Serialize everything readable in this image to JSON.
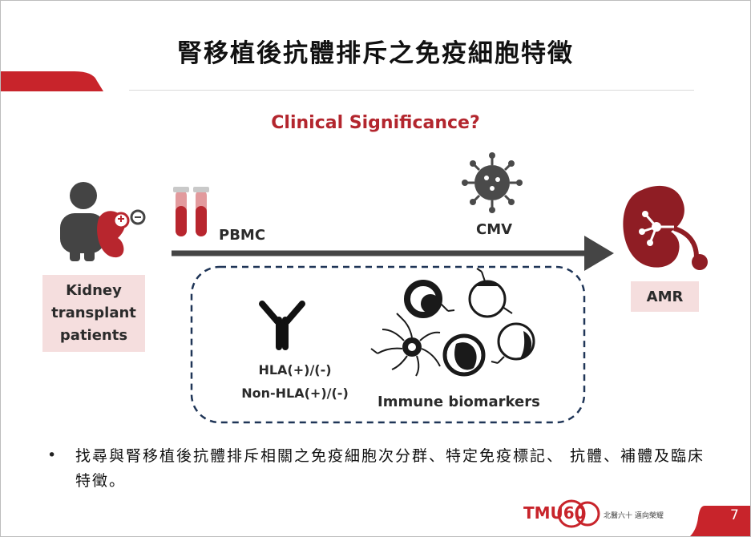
{
  "title": "腎移植後抗體排斥之免疫細胞特徵",
  "diagram": {
    "question": "Clinical Significance?",
    "pbmc_label": "PBMC",
    "cmv_label": "CMV",
    "patients_label": "Kidney\ntransplant\npatients",
    "amr_label": "AMR",
    "hla_line1": "HLA(+)/(-)",
    "hla_line2": "Non-HLA(+)/(-)",
    "immune_label": "Immune biomarkers"
  },
  "bullet": {
    "symbol": "•",
    "text": "找尋與腎移植後抗體排斥相關之免疫細胞次分群、特定免疫標記、 抗體、補體及臨床特徵。"
  },
  "footer": {
    "logo": "TMU60",
    "tagline": "北醫六十 邁向榮耀",
    "page_number": "7"
  },
  "colors": {
    "accent_red": "#c8242b",
    "dark_red": "#8f1d24",
    "pink_box": "#f5dede",
    "dark_gray": "#444444",
    "navy_dash": "#1f3557"
  }
}
